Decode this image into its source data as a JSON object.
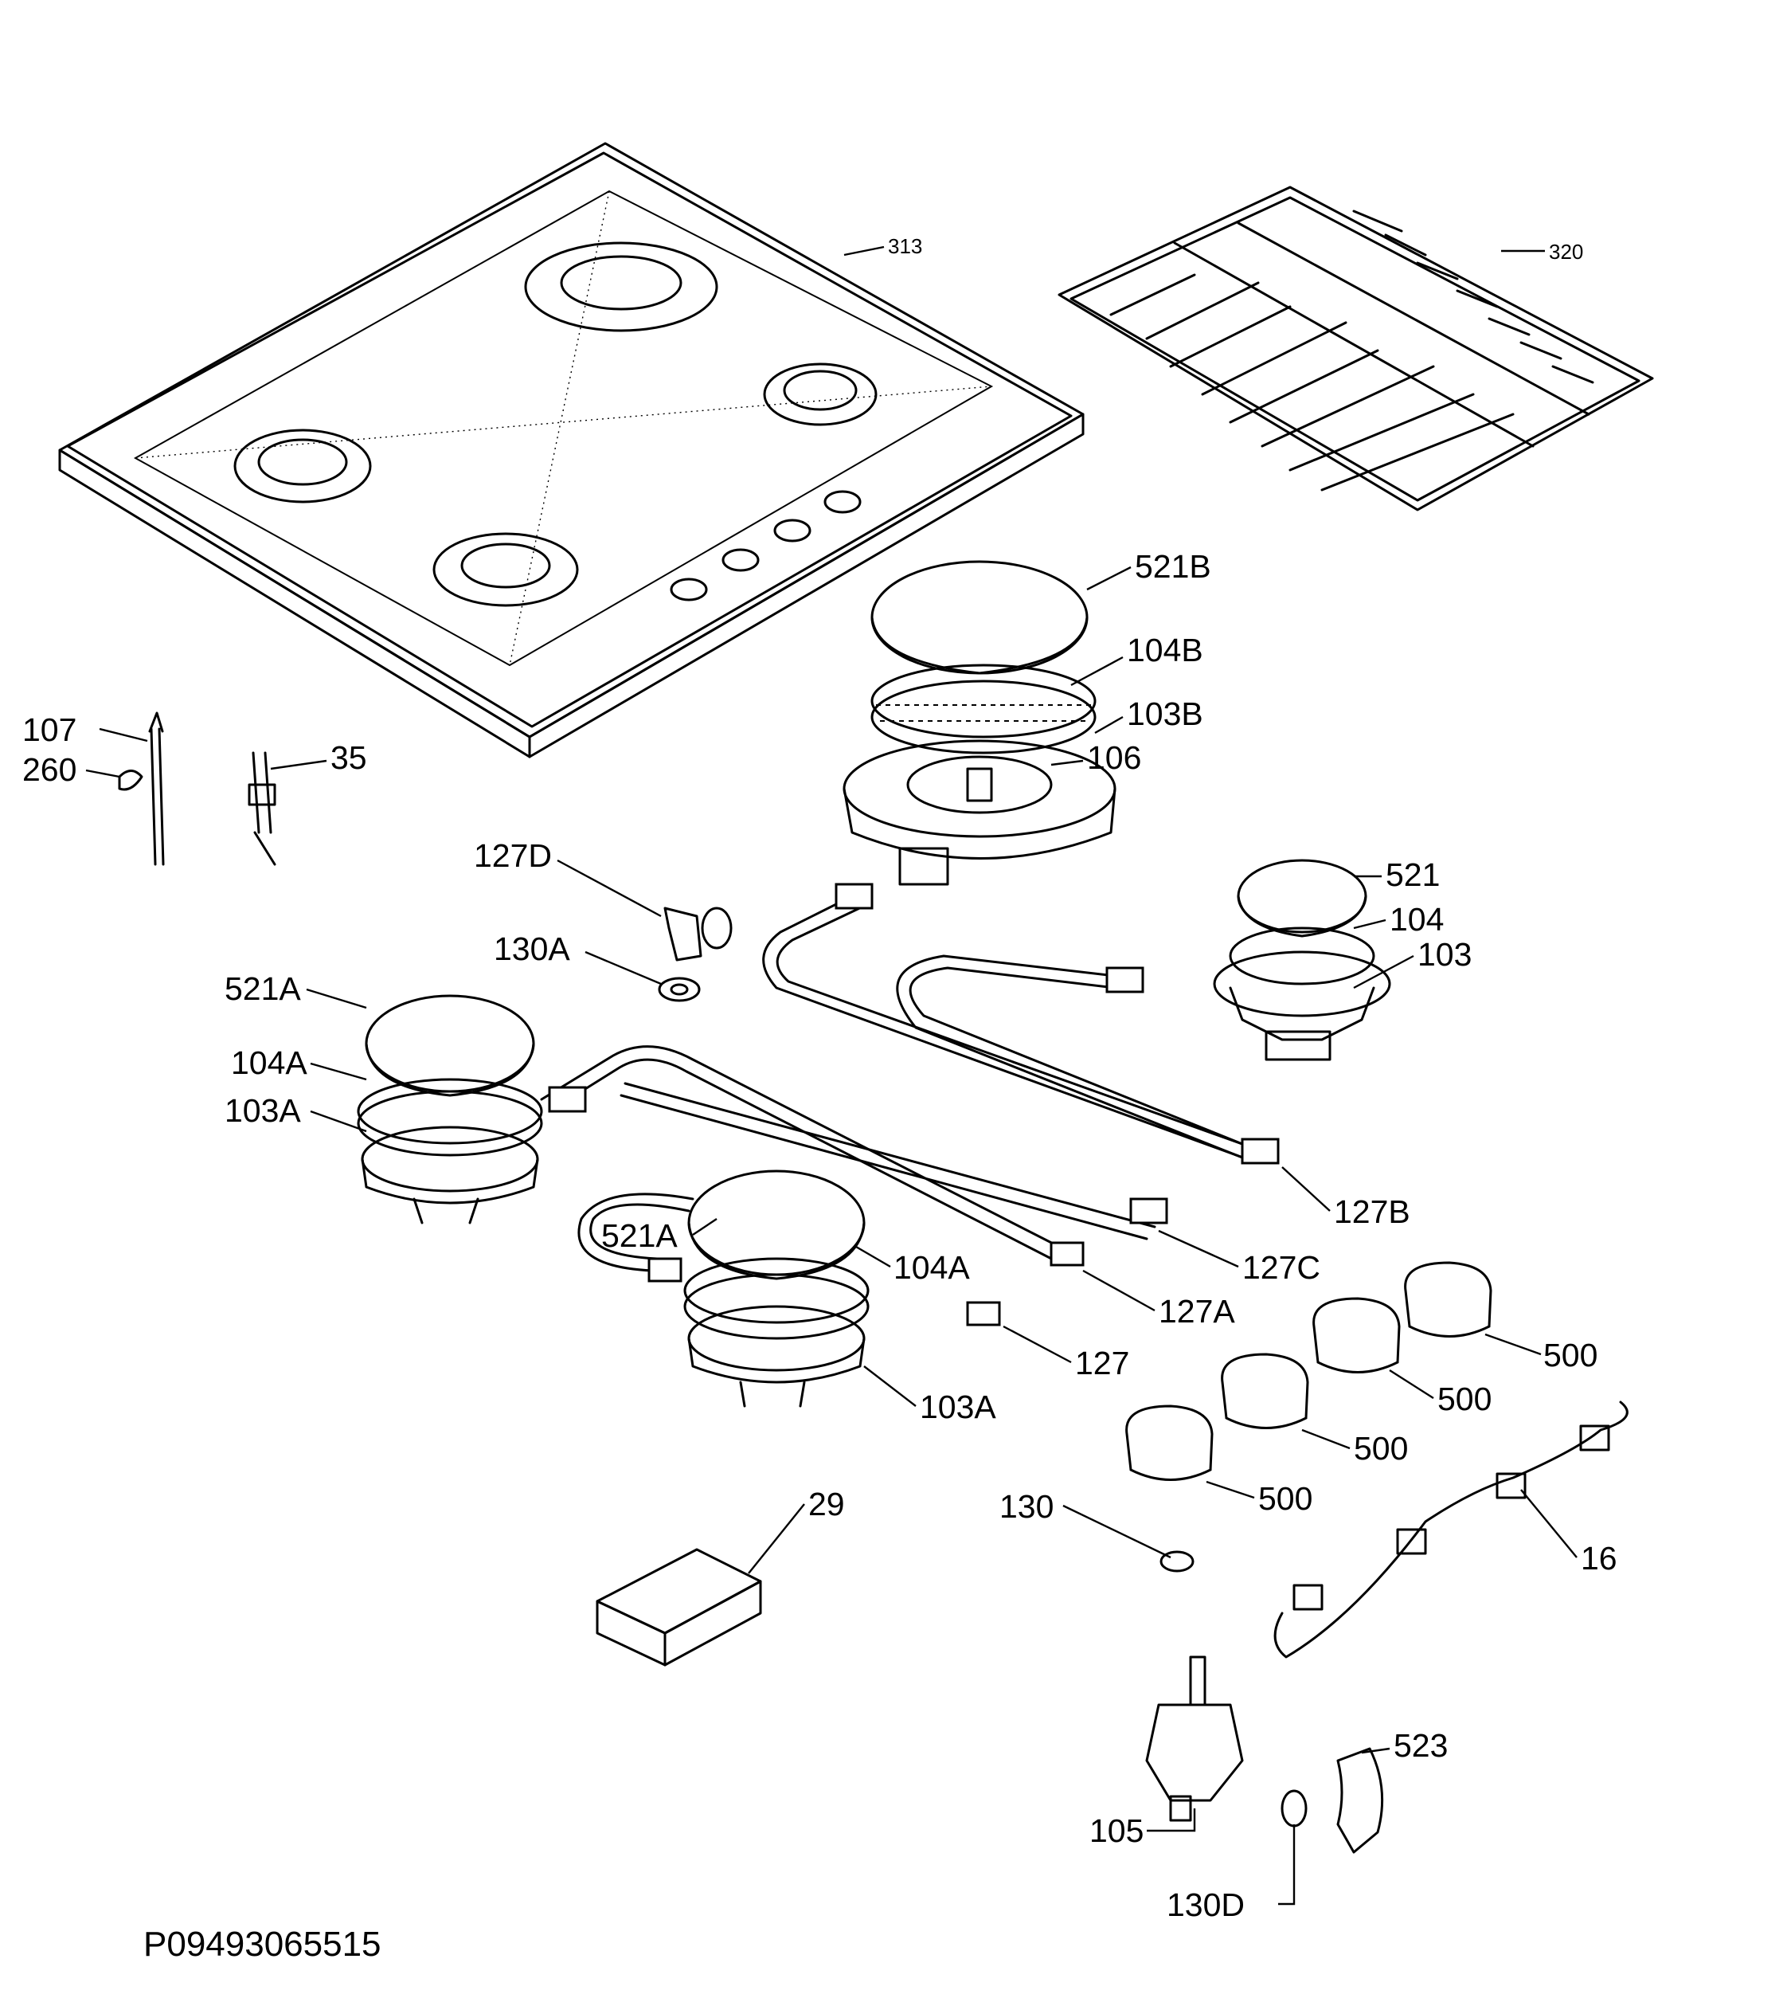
{
  "diagram_code": "P09493065515",
  "labels": {
    "l313": "313",
    "l320": "320",
    "l521B": "521B",
    "l104B": "104B",
    "l103B": "103B",
    "l106": "106",
    "l107": "107",
    "l260": "260",
    "l35": "35",
    "l127D": "127D",
    "l130A": "130A",
    "l521": "521",
    "l104": "104",
    "l103": "103",
    "l521A_1": "521A",
    "l104A_1": "104A",
    "l103A_1": "103A",
    "l521A_2": "521A",
    "l104A_2": "104A",
    "l103A_2": "103A",
    "l127B": "127B",
    "l127C": "127C",
    "l127A": "127A",
    "l127": "127",
    "l500_1": "500",
    "l500_2": "500",
    "l500_3": "500",
    "l500_4": "500",
    "l29": "29",
    "l130": "130",
    "l16": "16",
    "l523": "523",
    "l105": "105",
    "l130D": "130D"
  }
}
